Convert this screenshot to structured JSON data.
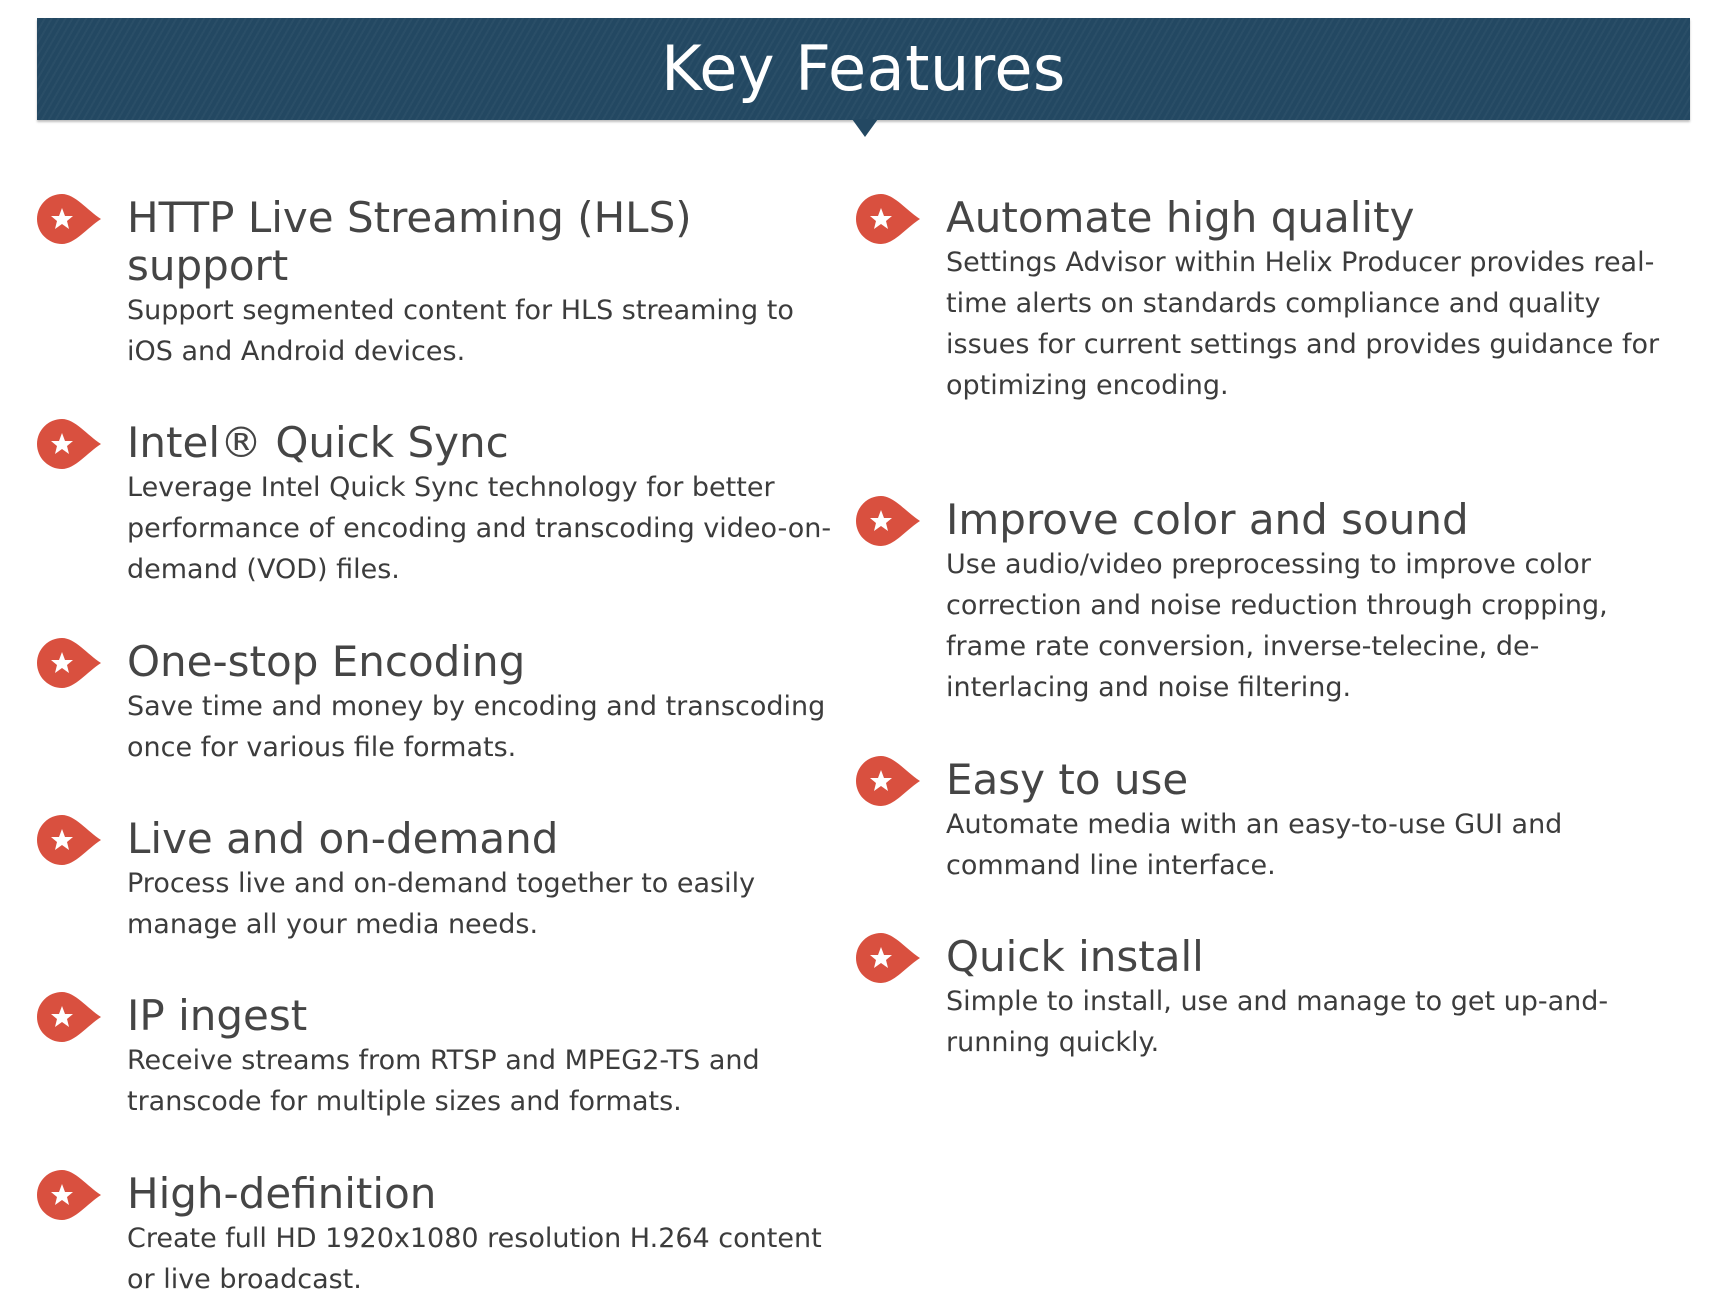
{
  "title": "Key Features",
  "colors": {
    "banner": "#234862",
    "icon": "#d9503f"
  },
  "left_column": [
    {
      "icon": "star-badge-icon",
      "heading": "HTTP Live Streaming (HLS) support",
      "body": "Support segmented content for HLS streaming to iOS and Android devices."
    },
    {
      "icon": "star-badge-icon",
      "heading": "Intel® Quick Sync",
      "body": "Leverage Intel Quick Sync technology for better performance of encoding and transcoding video-on-demand (VOD) files."
    },
    {
      "icon": "star-badge-icon",
      "heading": "One-stop Encoding",
      "body": "Save time and money by encoding and transcoding once for various file formats."
    },
    {
      "icon": "star-badge-icon",
      "heading": "Live and on-demand",
      "body": "Process live and on-demand together to easily manage all your media needs."
    },
    {
      "icon": "star-badge-icon",
      "heading": "IP ingest",
      "body": "Receive streams from RTSP and MPEG2-TS and transcode for multiple sizes and formats."
    },
    {
      "icon": "star-badge-icon",
      "heading": "High-definition",
      "body": "Create full HD 1920x1080 resolution H.264 content or live broadcast."
    }
  ],
  "right_column": [
    {
      "icon": "star-badge-icon",
      "heading": "Automate high quality",
      "body": "Settings Advisor within Helix Producer provides real-time alerts on standards compliance and quality issues for current settings and provides guidance for optimizing encoding."
    },
    {
      "icon": "star-badge-icon",
      "heading": "Improve color and sound",
      "body": "Use audio/video preprocessing to improve color correction and noise reduction through cropping, frame rate conversion, inverse-telecine, de-interlacing and noise filtering."
    },
    {
      "icon": "star-badge-icon",
      "heading": "Easy to use",
      "body": "Automate media with an easy-to-use GUI and command line interface."
    },
    {
      "icon": "star-badge-icon",
      "heading": "Quick install",
      "body": "Simple to install, use and manage to get up-and-running quickly."
    }
  ]
}
